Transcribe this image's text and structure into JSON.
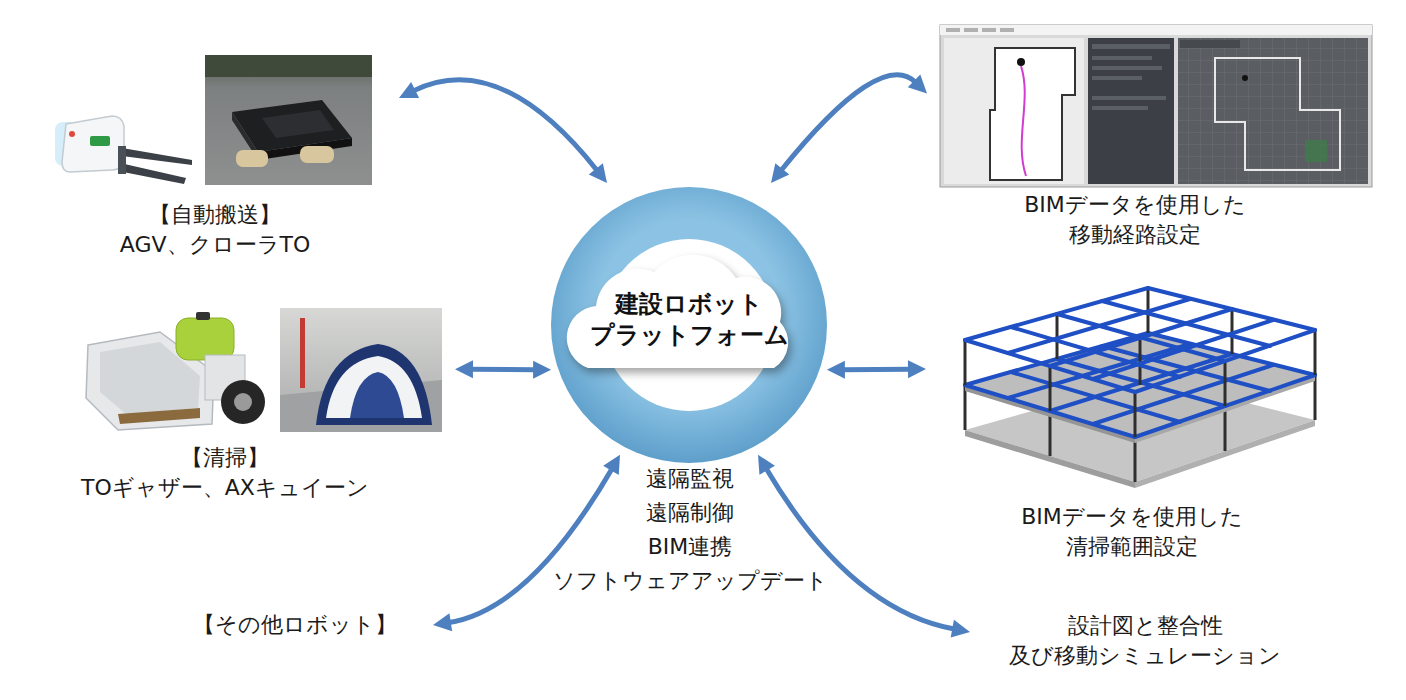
{
  "diagram": {
    "nodes": [
      {
        "text": [
          "建設ロボット プラットフォーム"
        ]
      },
      {
        "text": [
          "【自動搬送】",
          "AGV、クローラTO"
        ]
      },
      {
        "text": [
          "【清掃】",
          "TOギャザー、AXキュイーン"
        ]
      },
      {
        "text": [
          "【その他ロボット】"
        ]
      },
      {
        "text": [
          "BIMデータを使用した 移動経路設定"
        ]
      },
      {
        "text": [
          "BIMデータを使用した 清掃範囲設定"
        ]
      },
      {
        "text": [
          "設計図と整合性 及び移動シミュレーション"
        ]
      }
    ],
    "edges": [
      {
        "from": 0,
        "to": 1,
        "arrow": "both"
      },
      {
        "from": 0,
        "to": 2,
        "arrow": "both"
      },
      {
        "from": 0,
        "to": 3,
        "arrow": "both"
      },
      {
        "from": 0,
        "to": 4,
        "arrow": "both"
      },
      {
        "from": 0,
        "to": 5,
        "arrow": "both"
      },
      {
        "from": 0,
        "to": 6,
        "arrow": "both"
      }
    ],
    "labels": [
      "遠隔監視",
      "遠隔制御",
      "BIM連携",
      "ソフトウェアアップデート"
    ]
  }
}
